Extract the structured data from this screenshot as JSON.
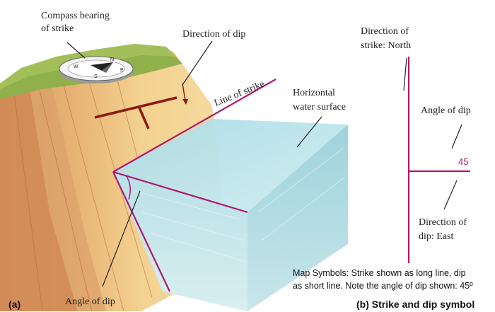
{
  "panel_a": {
    "panel_label": "(a)",
    "compass_label_line1": "Compass bearing",
    "compass_label_line2": "of strike",
    "direction_of_dip": "Direction of dip",
    "line_of_strike": "Line of strike",
    "horizontal_water_line1": "Horizontal",
    "horizontal_water_line2": "water surface",
    "angle_of_dip": "Angle of dip",
    "compass_letters": {
      "n": "N",
      "e": "E",
      "s": "S",
      "w": "W"
    }
  },
  "panel_b": {
    "panel_label": "(b)  Strike and dip symbol",
    "direction_of_strike_line1": "Direction of",
    "direction_of_strike_line2": "strike: North",
    "angle_of_dip_label": "Angle of dip",
    "dip_value": "45",
    "direction_of_dip_line1": "Direction of",
    "direction_of_dip_line2": "dip: East"
  },
  "caption": {
    "line1": "Map Symbols: Strike shown as long line, dip",
    "line2": "as short line. Note the angle of dip shown: 45º"
  },
  "colors": {
    "strike_symbol": "#b0186e",
    "strike_dip_marker": "#8a1a12",
    "water": "#bfe3ea",
    "rock_light": "#f0cc86",
    "rock_dark": "#d4905a",
    "grass": "#8fb04a"
  }
}
